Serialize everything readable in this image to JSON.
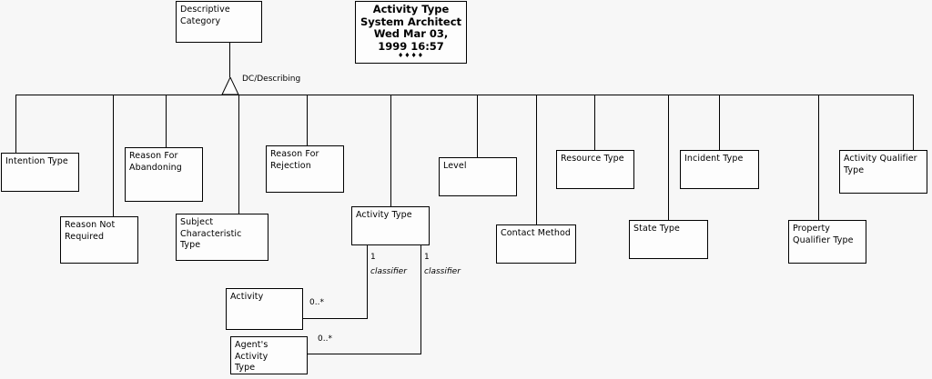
{
  "diagram": {
    "kind": "uml-class-diagram",
    "title_stamp": {
      "line1": "Activity Type",
      "line2": "System Architect",
      "line3": "Wed Mar 03,",
      "line4": "1999  16:57",
      "marks": "♦♦♦♦"
    },
    "superclass": {
      "label": "Descriptive\nCategory"
    },
    "generalization": {
      "label": "DC/Describing"
    },
    "subclasses": [
      {
        "label": "Intention Type"
      },
      {
        "label": "Reason Not\nRequired"
      },
      {
        "label": "Reason For\nAbandoning"
      },
      {
        "label": "Subject\nCharacteristic Type"
      },
      {
        "label": "Reason For\nRejection"
      },
      {
        "label": "Activity Type"
      },
      {
        "label": "Level"
      },
      {
        "label": "Contact Method"
      },
      {
        "label": "Resource Type"
      },
      {
        "label": "State Type"
      },
      {
        "label": "Incident Type"
      },
      {
        "label": "Property\nQualifier Type"
      },
      {
        "label": "Activity Qualifier\nType"
      }
    ],
    "associated_classes": [
      {
        "label": "Activity"
      },
      {
        "label": "Agent's Activity\nType"
      }
    ],
    "association_labels": {
      "classifier_role_1": "classifier",
      "classifier_role_2": "classifier",
      "classifier_mult_1": "1",
      "classifier_mult_2": "1",
      "activity_mult": "0..*",
      "agents_activity_mult": "0..*"
    },
    "colors": {
      "background": "#f7f7f7",
      "box_fill": "#fdfdfd",
      "stroke": "#000000",
      "text": "#000000"
    }
  }
}
